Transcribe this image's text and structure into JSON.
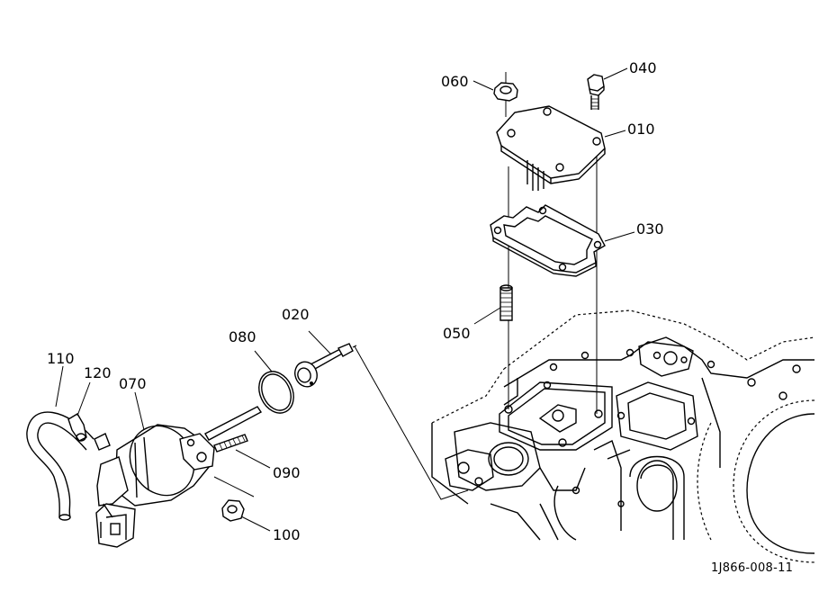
{
  "parts": {
    "p010": "010",
    "p020": "020",
    "p030": "030",
    "p040": "040",
    "p050": "050",
    "p060": "060",
    "p070": "070",
    "p080": "080",
    "p090": "090",
    "p100": "100",
    "p110": "110",
    "p120": "120"
  },
  "doc_ref": "1J866-008-11"
}
